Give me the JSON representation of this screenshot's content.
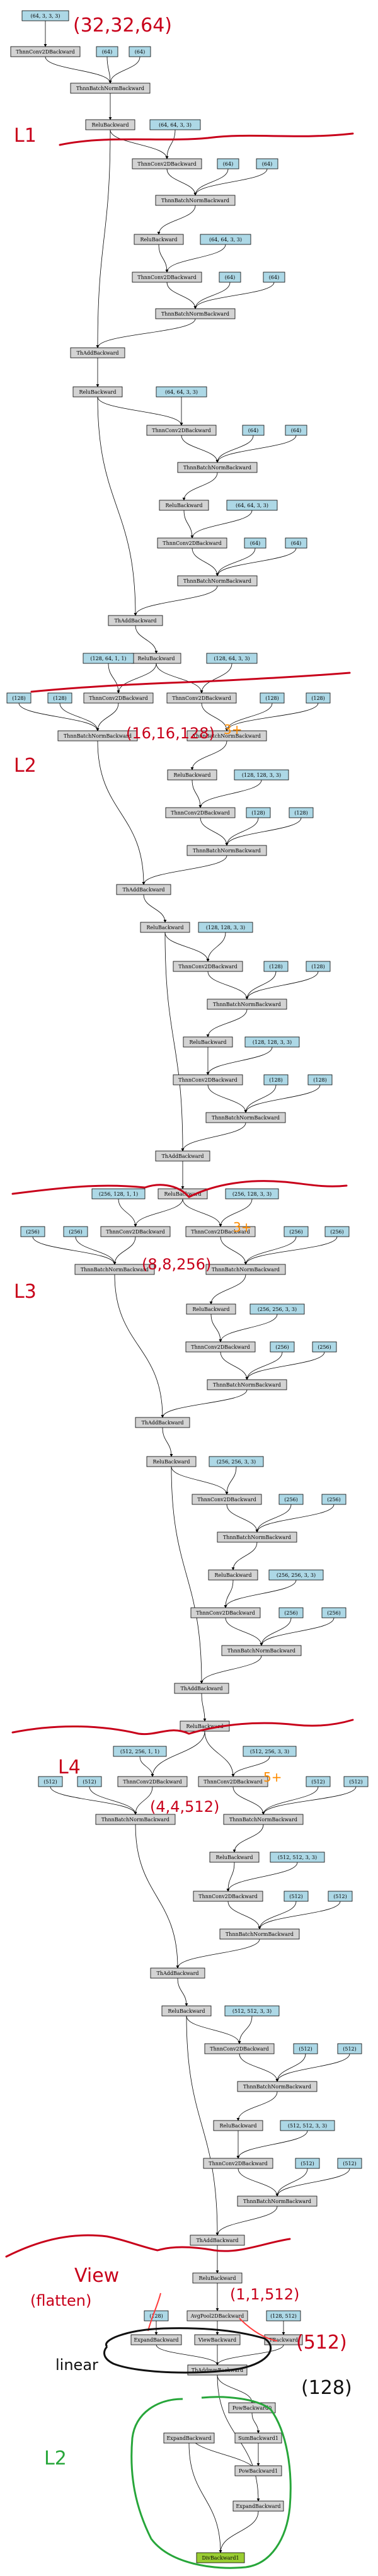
{
  "colors": {
    "param": "#add8e6",
    "op": "#d3d3d3",
    "output": "#9acd32",
    "annotation_red": "#c8001a",
    "annotation_orange": "#ff8c00",
    "annotation_green": "#27a63a"
  },
  "nodes": [
    {
      "id": "n0",
      "label": "(64, 3, 3, 3)",
      "kind": "param"
    },
    {
      "id": "n1",
      "label": "ThnnConv2DBackward",
      "kind": "op"
    },
    {
      "id": "n2",
      "label": "(64)",
      "kind": "param"
    },
    {
      "id": "n3",
      "label": "(64)",
      "kind": "param"
    },
    {
      "id": "n4",
      "label": "ThnnBatchNormBackward",
      "kind": "op"
    },
    {
      "id": "n5",
      "label": "ReluBackward",
      "kind": "op"
    },
    {
      "id": "n6",
      "label": "(64, 64, 3, 3)",
      "kind": "param"
    },
    {
      "id": "n7",
      "label": "ThnnConv2DBackward",
      "kind": "op"
    },
    {
      "id": "n8",
      "label": "(64)",
      "kind": "param"
    },
    {
      "id": "n9",
      "label": "(64)",
      "kind": "param"
    },
    {
      "id": "n10",
      "label": "ThnnBatchNormBackward",
      "kind": "op"
    },
    {
      "id": "n11",
      "label": "ReluBackward",
      "kind": "op"
    },
    {
      "id": "n12",
      "label": "(64, 64, 3, 3)",
      "kind": "param"
    },
    {
      "id": "n13",
      "label": "ThnnConv2DBackward",
      "kind": "op"
    },
    {
      "id": "n14",
      "label": "(64)",
      "kind": "param"
    },
    {
      "id": "n15",
      "label": "(64)",
      "kind": "param"
    },
    {
      "id": "n16",
      "label": "ThnnBatchNormBackward",
      "kind": "op"
    },
    {
      "id": "n17",
      "label": "ThAddBackward",
      "kind": "op"
    },
    {
      "id": "n18",
      "label": "ReluBackward",
      "kind": "op"
    },
    {
      "id": "n19",
      "label": "(64, 64, 3, 3)",
      "kind": "param"
    },
    {
      "id": "n20",
      "label": "ThnnConv2DBackward",
      "kind": "op"
    },
    {
      "id": "n21",
      "label": "(64)",
      "kind": "param"
    },
    {
      "id": "n22",
      "label": "(64)",
      "kind": "param"
    },
    {
      "id": "n23",
      "label": "ThnnBatchNormBackward",
      "kind": "op"
    },
    {
      "id": "n24",
      "label": "ReluBackward",
      "kind": "op"
    },
    {
      "id": "n25",
      "label": "(64, 64, 3, 3)",
      "kind": "param"
    },
    {
      "id": "n26",
      "label": "ThnnConv2DBackward",
      "kind": "op"
    },
    {
      "id": "n27",
      "label": "(64)",
      "kind": "param"
    },
    {
      "id": "n28",
      "label": "(64)",
      "kind": "param"
    },
    {
      "id": "n29",
      "label": "ThnnBatchNormBackward",
      "kind": "op"
    },
    {
      "id": "n30",
      "label": "ThAddBackward",
      "kind": "op"
    },
    {
      "id": "n31",
      "label": "ReluBackward",
      "kind": "op"
    },
    {
      "id": "n32",
      "label": "(128, 64, 1, 1)",
      "kind": "param"
    },
    {
      "id": "n33",
      "label": "(128, 64, 3, 3)",
      "kind": "param"
    },
    {
      "id": "n34",
      "label": "(128)",
      "kind": "param"
    },
    {
      "id": "n35",
      "label": "(128)",
      "kind": "param"
    },
    {
      "id": "n36",
      "label": "ThnnConv2DBackward",
      "kind": "op"
    },
    {
      "id": "n37",
      "label": "ThnnConv2DBackward",
      "kind": "op"
    },
    {
      "id": "n38",
      "label": "(128)",
      "kind": "param"
    },
    {
      "id": "n39",
      "label": "(128)",
      "kind": "param"
    },
    {
      "id": "n40",
      "label": "ThnnBatchNormBackward",
      "kind": "op"
    },
    {
      "id": "n41",
      "label": "ThnnBatchNormBackward",
      "kind": "op"
    },
    {
      "id": "n42",
      "label": "ReluBackward",
      "kind": "op"
    },
    {
      "id": "n43",
      "label": "(128, 128, 3, 3)",
      "kind": "param"
    },
    {
      "id": "n44",
      "label": "ThnnConv2DBackward",
      "kind": "op"
    },
    {
      "id": "n45",
      "label": "(128)",
      "kind": "param"
    },
    {
      "id": "n46",
      "label": "(128)",
      "kind": "param"
    },
    {
      "id": "n47",
      "label": "ThnnBatchNormBackward",
      "kind": "op"
    },
    {
      "id": "n48",
      "label": "ThAddBackward",
      "kind": "op"
    },
    {
      "id": "n49",
      "label": "ReluBackward",
      "kind": "op"
    },
    {
      "id": "n50",
      "label": "(128, 128, 3, 3)",
      "kind": "param"
    },
    {
      "id": "n51",
      "label": "ThnnConv2DBackward",
      "kind": "op"
    },
    {
      "id": "n52",
      "label": "(128)",
      "kind": "param"
    },
    {
      "id": "n53",
      "label": "(128)",
      "kind": "param"
    },
    {
      "id": "n54",
      "label": "ThnnBatchNormBackward",
      "kind": "op"
    },
    {
      "id": "n55",
      "label": "ReluBackward",
      "kind": "op"
    },
    {
      "id": "n56",
      "label": "(128, 128, 3, 3)",
      "kind": "param"
    },
    {
      "id": "n57",
      "label": "ThnnConv2DBackward",
      "kind": "op"
    },
    {
      "id": "n58",
      "label": "(128)",
      "kind": "param"
    },
    {
      "id": "n59",
      "label": "(128)",
      "kind": "param"
    },
    {
      "id": "n60",
      "label": "ThnnBatchNormBackward",
      "kind": "op"
    },
    {
      "id": "n61",
      "label": "ThAddBackward",
      "kind": "op"
    },
    {
      "id": "n62",
      "label": "ReluBackward",
      "kind": "op"
    },
    {
      "id": "n63",
      "label": "(256, 128, 1, 1)",
      "kind": "param"
    },
    {
      "id": "n64",
      "label": "(256, 128, 3, 3)",
      "kind": "param"
    },
    {
      "id": "n65",
      "label": "(256)",
      "kind": "param"
    },
    {
      "id": "n66",
      "label": "(256)",
      "kind": "param"
    },
    {
      "id": "n67",
      "label": "ThnnConv2DBackward",
      "kind": "op"
    },
    {
      "id": "n68",
      "label": "ThnnConv2DBackward",
      "kind": "op"
    },
    {
      "id": "n69",
      "label": "(256)",
      "kind": "param"
    },
    {
      "id": "n70",
      "label": "(256)",
      "kind": "param"
    },
    {
      "id": "n71",
      "label": "ThnnBatchNormBackward",
      "kind": "op"
    },
    {
      "id": "n72",
      "label": "ThnnBatchNormBackward",
      "kind": "op"
    },
    {
      "id": "n73",
      "label": "ReluBackward",
      "kind": "op"
    },
    {
      "id": "n74",
      "label": "(256, 256, 3, 3)",
      "kind": "param"
    },
    {
      "id": "n75",
      "label": "ThnnConv2DBackward",
      "kind": "op"
    },
    {
      "id": "n76",
      "label": "(256)",
      "kind": "param"
    },
    {
      "id": "n77",
      "label": "(256)",
      "kind": "param"
    },
    {
      "id": "n78",
      "label": "ThnnBatchNormBackward",
      "kind": "op"
    },
    {
      "id": "n79",
      "label": "ThAddBackward",
      "kind": "op"
    },
    {
      "id": "n80",
      "label": "ReluBackward",
      "kind": "op"
    },
    {
      "id": "n81",
      "label": "(256, 256, 3, 3)",
      "kind": "param"
    },
    {
      "id": "n82",
      "label": "ThnnConv2DBackward",
      "kind": "op"
    },
    {
      "id": "n83",
      "label": "(256)",
      "kind": "param"
    },
    {
      "id": "n84",
      "label": "(256)",
      "kind": "param"
    },
    {
      "id": "n85",
      "label": "ThnnBatchNormBackward",
      "kind": "op"
    },
    {
      "id": "n86",
      "label": "ReluBackward",
      "kind": "op"
    },
    {
      "id": "n87",
      "label": "(256, 256, 3, 3)",
      "kind": "param"
    },
    {
      "id": "n88",
      "label": "ThnnConv2DBackward",
      "kind": "op"
    },
    {
      "id": "n89",
      "label": "(256)",
      "kind": "param"
    },
    {
      "id": "n90",
      "label": "(256)",
      "kind": "param"
    },
    {
      "id": "n91",
      "label": "ThnnBatchNormBackward",
      "kind": "op"
    },
    {
      "id": "n92",
      "label": "ThAddBackward",
      "kind": "op"
    },
    {
      "id": "n93",
      "label": "ReluBackward",
      "kind": "op"
    },
    {
      "id": "n94",
      "label": "(512, 256, 1, 1)",
      "kind": "param"
    },
    {
      "id": "n95",
      "label": "(512, 256, 3, 3)",
      "kind": "param"
    },
    {
      "id": "n96",
      "label": "(512)",
      "kind": "param"
    },
    {
      "id": "n97",
      "label": "(512)",
      "kind": "param"
    },
    {
      "id": "n98",
      "label": "ThnnConv2DBackward",
      "kind": "op"
    },
    {
      "id": "n99",
      "label": "ThnnConv2DBackward",
      "kind": "op"
    },
    {
      "id": "n100",
      "label": "(512)",
      "kind": "param"
    },
    {
      "id": "n101",
      "label": "(512)",
      "kind": "param"
    },
    {
      "id": "n102",
      "label": "ThnnBatchNormBackward",
      "kind": "op"
    },
    {
      "id": "n103",
      "label": "ThnnBatchNormBackward",
      "kind": "op"
    },
    {
      "id": "n104",
      "label": "ReluBackward",
      "kind": "op"
    },
    {
      "id": "n105",
      "label": "(512, 512, 3, 3)",
      "kind": "param"
    },
    {
      "id": "n106",
      "label": "ThnnConv2DBackward",
      "kind": "op"
    },
    {
      "id": "n107",
      "label": "(512)",
      "kind": "param"
    },
    {
      "id": "n108",
      "label": "(512)",
      "kind": "param"
    },
    {
      "id": "n109",
      "label": "ThnnBatchNormBackward",
      "kind": "op"
    },
    {
      "id": "n110",
      "label": "ThAddBackward",
      "kind": "op"
    },
    {
      "id": "n111",
      "label": "ReluBackward",
      "kind": "op"
    },
    {
      "id": "n112",
      "label": "(512, 512, 3, 3)",
      "kind": "param"
    },
    {
      "id": "n113",
      "label": "ThnnConv2DBackward",
      "kind": "op"
    },
    {
      "id": "n114",
      "label": "(512)",
      "kind": "param"
    },
    {
      "id": "n115",
      "label": "(512)",
      "kind": "param"
    },
    {
      "id": "n116",
      "label": "ThnnBatchNormBackward",
      "kind": "op"
    },
    {
      "id": "n117",
      "label": "ReluBackward",
      "kind": "op"
    },
    {
      "id": "n118",
      "label": "(512, 512, 3, 3)",
      "kind": "param"
    },
    {
      "id": "n119",
      "label": "ThnnConv2DBackward",
      "kind": "op"
    },
    {
      "id": "n120",
      "label": "(512)",
      "kind": "param"
    },
    {
      "id": "n121",
      "label": "(512)",
      "kind": "param"
    },
    {
      "id": "n122",
      "label": "ThnnBatchNormBackward",
      "kind": "op"
    },
    {
      "id": "n123",
      "label": "ThAddBackward",
      "kind": "op"
    },
    {
      "id": "n124",
      "label": "ReluBackward",
      "kind": "op"
    },
    {
      "id": "n125",
      "label": "(128)",
      "kind": "param"
    },
    {
      "id": "n126",
      "label": "AvgPool2DBackward",
      "kind": "op"
    },
    {
      "id": "n127",
      "label": "(128, 512)",
      "kind": "param"
    },
    {
      "id": "n128",
      "label": "ExpandBackward",
      "kind": "op"
    },
    {
      "id": "n129",
      "label": "ViewBackward",
      "kind": "op"
    },
    {
      "id": "n130",
      "label": "TBackward",
      "kind": "op"
    },
    {
      "id": "n131",
      "label": "ThAddmmBackward",
      "kind": "op"
    },
    {
      "id": "n132",
      "label": "PowBackward0",
      "kind": "op"
    },
    {
      "id": "n133",
      "label": "ExpandBackward",
      "kind": "op"
    },
    {
      "id": "n134",
      "label": "SumBackward1",
      "kind": "op"
    },
    {
      "id": "n135",
      "label": "PowBackward1",
      "kind": "op"
    },
    {
      "id": "n136",
      "label": "ExpandBackward",
      "kind": "op"
    },
    {
      "id": "n137",
      "label": "DivBackward1",
      "kind": "output"
    }
  ],
  "edges": [
    [
      "n0",
      "n1"
    ],
    [
      "n1",
      "n4"
    ],
    [
      "n2",
      "n4"
    ],
    [
      "n3",
      "n4"
    ],
    [
      "n4",
      "n5"
    ],
    [
      "n5",
      "n7"
    ],
    [
      "n6",
      "n7"
    ],
    [
      "n5",
      "n17"
    ],
    [
      "n7",
      "n10"
    ],
    [
      "n8",
      "n10"
    ],
    [
      "n9",
      "n10"
    ],
    [
      "n10",
      "n11"
    ],
    [
      "n11",
      "n13"
    ],
    [
      "n12",
      "n13"
    ],
    [
      "n13",
      "n16"
    ],
    [
      "n14",
      "n16"
    ],
    [
      "n15",
      "n16"
    ],
    [
      "n16",
      "n17"
    ],
    [
      "n17",
      "n18"
    ],
    [
      "n18",
      "n20"
    ],
    [
      "n19",
      "n20"
    ],
    [
      "n18",
      "n30"
    ],
    [
      "n20",
      "n23"
    ],
    [
      "n21",
      "n23"
    ],
    [
      "n22",
      "n23"
    ],
    [
      "n23",
      "n24"
    ],
    [
      "n24",
      "n26"
    ],
    [
      "n25",
      "n26"
    ],
    [
      "n26",
      "n29"
    ],
    [
      "n27",
      "n29"
    ],
    [
      "n28",
      "n29"
    ],
    [
      "n29",
      "n30"
    ],
    [
      "n30",
      "n31"
    ],
    [
      "n31",
      "n36"
    ],
    [
      "n32",
      "n36"
    ],
    [
      "n31",
      "n37"
    ],
    [
      "n33",
      "n37"
    ],
    [
      "n36",
      "n40"
    ],
    [
      "n34",
      "n40"
    ],
    [
      "n35",
      "n40"
    ],
    [
      "n37",
      "n41"
    ],
    [
      "n38",
      "n41"
    ],
    [
      "n39",
      "n41"
    ],
    [
      "n41",
      "n42"
    ],
    [
      "n42",
      "n44"
    ],
    [
      "n43",
      "n44"
    ],
    [
      "n44",
      "n47"
    ],
    [
      "n45",
      "n47"
    ],
    [
      "n46",
      "n47"
    ],
    [
      "n40",
      "n48"
    ],
    [
      "n47",
      "n48"
    ],
    [
      "n48",
      "n49"
    ],
    [
      "n49",
      "n51"
    ],
    [
      "n50",
      "n51"
    ],
    [
      "n49",
      "n61"
    ],
    [
      "n51",
      "n54"
    ],
    [
      "n52",
      "n54"
    ],
    [
      "n53",
      "n54"
    ],
    [
      "n54",
      "n55"
    ],
    [
      "n55",
      "n57"
    ],
    [
      "n56",
      "n57"
    ],
    [
      "n57",
      "n60"
    ],
    [
      "n58",
      "n60"
    ],
    [
      "n59",
      "n60"
    ],
    [
      "n60",
      "n61"
    ],
    [
      "n61",
      "n62"
    ],
    [
      "n62",
      "n67"
    ],
    [
      "n63",
      "n67"
    ],
    [
      "n62",
      "n68"
    ],
    [
      "n64",
      "n68"
    ],
    [
      "n67",
      "n71"
    ],
    [
      "n65",
      "n71"
    ],
    [
      "n66",
      "n71"
    ],
    [
      "n68",
      "n72"
    ],
    [
      "n69",
      "n72"
    ],
    [
      "n70",
      "n72"
    ],
    [
      "n72",
      "n73"
    ],
    [
      "n73",
      "n75"
    ],
    [
      "n74",
      "n75"
    ],
    [
      "n75",
      "n78"
    ],
    [
      "n76",
      "n78"
    ],
    [
      "n77",
      "n78"
    ],
    [
      "n71",
      "n79"
    ],
    [
      "n78",
      "n79"
    ],
    [
      "n79",
      "n80"
    ],
    [
      "n80",
      "n82"
    ],
    [
      "n81",
      "n82"
    ],
    [
      "n80",
      "n92"
    ],
    [
      "n82",
      "n85"
    ],
    [
      "n83",
      "n85"
    ],
    [
      "n84",
      "n85"
    ],
    [
      "n85",
      "n86"
    ],
    [
      "n86",
      "n88"
    ],
    [
      "n87",
      "n88"
    ],
    [
      "n88",
      "n91"
    ],
    [
      "n89",
      "n91"
    ],
    [
      "n90",
      "n91"
    ],
    [
      "n91",
      "n92"
    ],
    [
      "n92",
      "n93"
    ],
    [
      "n93",
      "n98"
    ],
    [
      "n94",
      "n98"
    ],
    [
      "n93",
      "n99"
    ],
    [
      "n95",
      "n99"
    ],
    [
      "n98",
      "n102"
    ],
    [
      "n96",
      "n102"
    ],
    [
      "n97",
      "n102"
    ],
    [
      "n99",
      "n103"
    ],
    [
      "n100",
      "n103"
    ],
    [
      "n101",
      "n103"
    ],
    [
      "n103",
      "n104"
    ],
    [
      "n104",
      "n106"
    ],
    [
      "n105",
      "n106"
    ],
    [
      "n106",
      "n109"
    ],
    [
      "n107",
      "n109"
    ],
    [
      "n108",
      "n109"
    ],
    [
      "n102",
      "n110"
    ],
    [
      "n109",
      "n110"
    ],
    [
      "n110",
      "n111"
    ],
    [
      "n111",
      "n113"
    ],
    [
      "n112",
      "n113"
    ],
    [
      "n111",
      "n123"
    ],
    [
      "n113",
      "n116"
    ],
    [
      "n114",
      "n116"
    ],
    [
      "n115",
      "n116"
    ],
    [
      "n116",
      "n117"
    ],
    [
      "n117",
      "n119"
    ],
    [
      "n118",
      "n119"
    ],
    [
      "n119",
      "n122"
    ],
    [
      "n120",
      "n122"
    ],
    [
      "n121",
      "n122"
    ],
    [
      "n122",
      "n123"
    ],
    [
      "n123",
      "n124"
    ],
    [
      "n124",
      "n126"
    ],
    [
      "n125",
      "n128"
    ],
    [
      "n126",
      "n129"
    ],
    [
      "n127",
      "n130"
    ],
    [
      "n128",
      "n131"
    ],
    [
      "n129",
      "n131"
    ],
    [
      "n130",
      "n131"
    ],
    [
      "n131",
      "n132"
    ],
    [
      "n131",
      "n136"
    ],
    [
      "n132",
      "n134"
    ],
    [
      "n134",
      "n135"
    ],
    [
      "n135",
      "n133"
    ],
    [
      "n133",
      "n137"
    ],
    [
      "n136",
      "n137"
    ]
  ],
  "annotations": [
    {
      "id": "a0",
      "text": "(32,32,64)",
      "color": "#c8001a"
    },
    {
      "id": "a1",
      "text": "L1",
      "color": "#c8001a"
    },
    {
      "id": "a2",
      "text": "(16,16,128)",
      "color": "#c8001a"
    },
    {
      "id": "a3",
      "text": "3+",
      "color": "#ff8c00"
    },
    {
      "id": "a4",
      "text": "L2",
      "color": "#c8001a"
    },
    {
      "id": "a5",
      "text": "3+",
      "color": "#ff8c00"
    },
    {
      "id": "a6",
      "text": "(8,8,256)",
      "color": "#c8001a"
    },
    {
      "id": "a7",
      "text": "L3",
      "color": "#c8001a"
    },
    {
      "id": "a8",
      "text": "L4",
      "color": "#c8001a"
    },
    {
      "id": "a9",
      "text": "5+",
      "color": "#ff8c00"
    },
    {
      "id": "a10",
      "text": "(4,4,512)",
      "color": "#c8001a"
    },
    {
      "id": "a11",
      "text": "View",
      "color": "#c8001a"
    },
    {
      "id": "a12",
      "text": "(flatten)",
      "color": "#c8001a"
    },
    {
      "id": "a13",
      "text": "(1,1,512)",
      "color": "#c8001a"
    },
    {
      "id": "a14",
      "text": "(512)",
      "color": "#c8001a"
    },
    {
      "id": "a15",
      "text": "linear",
      "color": "#111111"
    },
    {
      "id": "a16",
      "text": "(128)",
      "color": "#111111"
    },
    {
      "id": "a17",
      "text": "L2",
      "color": "#27a63a"
    }
  ]
}
